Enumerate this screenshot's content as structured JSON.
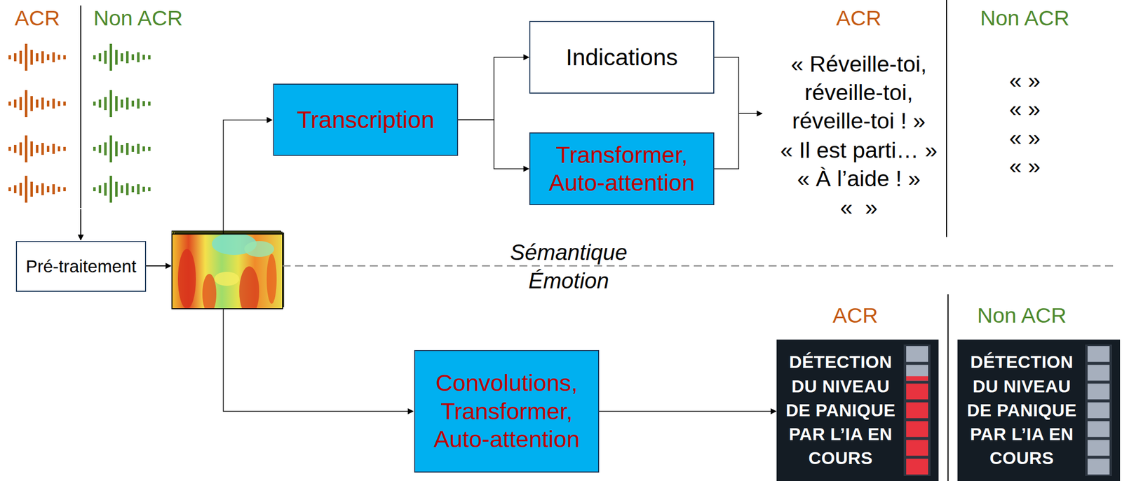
{
  "diagram": {
    "nodes": [
      {
        "text": [
          "Pré-traitement"
        ]
      },
      {
        "text": [
          "Transcription"
        ]
      },
      {
        "text": [
          "Indications"
        ]
      },
      {
        "text": [
          "Transformer, Auto-attention"
        ]
      },
      {
        "text": [
          "Convolutions, Transformer, Auto-attention"
        ]
      },
      {
        "text": [
          "DÉTECTION DU NIVEAU DE PANIQUE PAR L’IA EN COURS"
        ]
      },
      {
        "text": [
          "DÉTECTION DU NIVEAU DE PANIQUE PAR L’IA EN COURS"
        ]
      }
    ],
    "edges": [
      {
        "from": 1,
        "to": 2,
        "arrow": "to"
      },
      {
        "from": 1,
        "to": 3,
        "arrow": "to"
      },
      {
        "from": 4,
        "to": 5,
        "arrow": "to"
      }
    ],
    "labels": [
      "ACR",
      "Non ACR",
      "ACR",
      "Non ACR",
      "« Réveille-toi, réveille-toi, réveille-toi ! »",
      "« Il est parti… »",
      "« À l’aide ! »",
      "«  »",
      "« »",
      "« »",
      "« »",
      "« »",
      "Sémantique",
      "Émotion",
      "ACR",
      "Non ACR"
    ]
  }
}
